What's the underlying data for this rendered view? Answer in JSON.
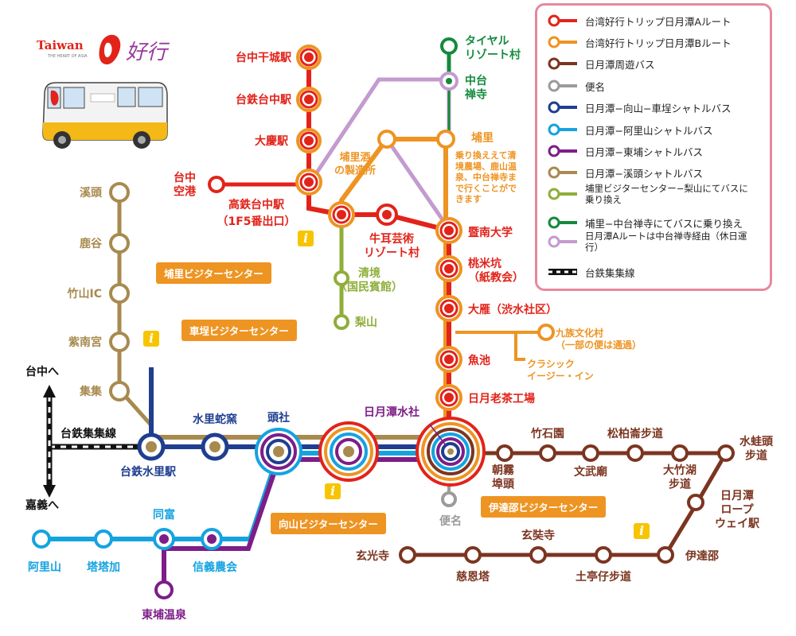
{
  "logo": {
    "brand": "Taiwan",
    "tagline": "THE HEART OF ASIA",
    "script": "好行"
  },
  "legend": {
    "items": [
      {
        "label": "台湾好行トリップ日月潭Aルート",
        "color": "#e2231a",
        "style": "circle-line"
      },
      {
        "label": "台湾好行トリップ日月潭Bルート",
        "color": "#ee9422",
        "style": "circle-line"
      },
      {
        "label": "日月潭周遊バス",
        "color": "#7b3520",
        "style": "circle-line"
      },
      {
        "label": "便名",
        "color": "#9b9b9b",
        "style": "circle-line"
      },
      {
        "label": "日月潭−向山−車埕シャトルバス",
        "color": "#1f3e8f",
        "style": "circle-line"
      },
      {
        "label": "日月潭−阿里山シャトルバス",
        "color": "#15a3e0",
        "style": "circle-line"
      },
      {
        "label": "日月潭−東埔シャトルバス",
        "color": "#7d1d88",
        "style": "circle-line"
      },
      {
        "label": "日月潭−溪頭シャトルバス",
        "color": "#a88a4f",
        "style": "circle-line"
      },
      {
        "label": "埔里ビジターセンター−梨山にてバスに乗り換え",
        "color": "#8fae3a",
        "style": "circle-line"
      },
      {
        "label": "埔里−中台禅寺にてバスに乗り換え",
        "color": "#148a3c",
        "style": "circle-line"
      },
      {
        "label": "日月潭Aルートは中台禅寺経由（休日運行）",
        "color": "#c39bcf",
        "style": "circle-line"
      },
      {
        "label": "台鉄集集線",
        "color": "#111111",
        "style": "rail"
      }
    ]
  },
  "stations": {
    "taichung_qiancheng": "台中干城駅",
    "tra_taichung": "台鉄台中駅",
    "daqing": "大慶駅",
    "taichung_airport": "台中\n空港",
    "hsr_taichung": "高鉄台中駅",
    "hsr_taichung_exit": "（1F5番出口）",
    "puli_winery": "埔里酒\nの製造所",
    "niuer": "牛耳芸術\nリゾート村",
    "atayal": "タイヤル\nリゾート村",
    "chungtai": "中台\n禅寺",
    "puli": "埔里",
    "puli_note": "乗り換ええて清\n境農場、鹿山温\n泉、中台禅寺ま\nで行くことがで\nきます",
    "jinan_univ": "暨南大学",
    "taomi": "桃米坑\n（紙教会）",
    "dayan": "大雁（渋水社区）",
    "yuchi": "魚池",
    "sun_moon_tea": "日月老茶工場",
    "formosan_village": "九族文化村\n（一部の便は通過）",
    "classic_inn": "クラシック\nイージー・イン",
    "qingjing": "清境\n（国民賓館）",
    "lishan": "梨山",
    "xitou": "溪頭",
    "lugu": "鹿谷",
    "zhushan_ic": "竹山IC",
    "zinangong": "紫南宮",
    "jiji": "集集",
    "shuili_station": "台鉄水里駅",
    "shuili_snake": "水里蛇窯",
    "toushe": "頭社",
    "sun_moon_lake": "日月潭水社",
    "binming": "便名",
    "zhaowu": "朝霧\n埠頭",
    "zhushi": "竹石園",
    "wenwu": "文武廟",
    "songbai": "松柏崙步道",
    "dazhuhu": "大竹湖\n步道",
    "shuiwatou": "水蛙頭\n步道",
    "ropeway": "日月潭\nロープ\nウェイ駅",
    "ita_thao": "伊達邵",
    "tudingzi": "土亭仔步道",
    "xuanzang": "玄奘寺",
    "cien": "慈恩塔",
    "xuanguang": "玄光寺",
    "alishan": "阿里山",
    "tataka": "塔塔加",
    "tongfu": "同富",
    "xinyi": "信義農会",
    "dongpu": "東埔温泉",
    "to_taichung": "台中へ",
    "to_chiayi": "嘉義へ",
    "jiji_line": "台鉄集集線"
  },
  "info_centers": {
    "puli_vc": "埔里ビジターセンター",
    "checheng_vc": "車埕ビジターセンター",
    "xiangshan_vc": "向山ビジターセンター",
    "ita_thao_vc": "伊達邵ビジターセンター",
    "badge": "i"
  }
}
